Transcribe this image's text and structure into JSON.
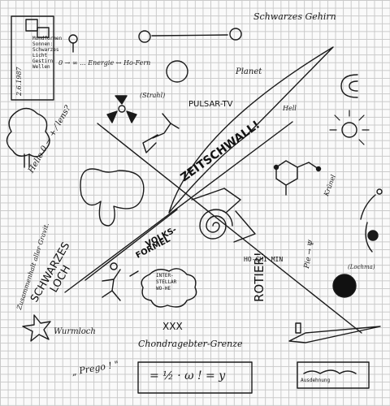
{
  "texts": {
    "top_right": "Schwarzes Gehirn",
    "date": "2.6.1987",
    "zero_infinity": "0 → ∞ ... Energie ↔ Ho-Fern",
    "planet": "Planet",
    "strahl": "(Strahl)",
    "pulsar": "PULSAR-TV",
    "zeitschwall": "ZEITSCHWALL!",
    "lagrange": "Hell",
    "hello": "Hello 0 → + ⁄ lens?",
    "schwarzes": "SCHWARZES",
    "loch": "LOCH",
    "meditation": "Zusammenhalt aller Gravit.",
    "volks": "VOLKS-",
    "formula": "FORMEL",
    "intergalactic": "INTER-\nSTELLAR\nWO-HE",
    "rotier": "ROTIER!",
    "wurmloch": "Wurmloch",
    "xxx": "XXX",
    "grenze": "Chondragebter-Grenze",
    "prego": "„ Prego ! \"",
    "ho_chi_minh": "HO-CHI-MIN",
    "equation": "= ½ · ω ! = y",
    "circle_label": "Krünel",
    "small_right": "(Lochma)",
    "pie": "Pie → Ψ",
    "bottom_right": "Ausdehnung"
  },
  "notebox": {
    "lines": [
      "Mondformen",
      "Sonnen:",
      "Schwarzes",
      "Licht",
      "Gestirn",
      "Wellen"
    ]
  }
}
